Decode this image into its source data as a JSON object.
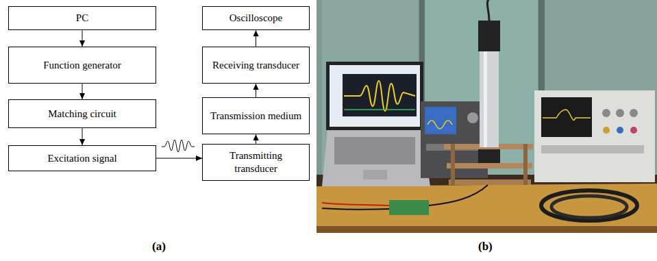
{
  "diagram": {
    "nodes": [
      {
        "text": [
          "PC"
        ]
      },
      {
        "text": [
          "Function generator"
        ]
      },
      {
        "text": [
          "Matching circuit"
        ]
      },
      {
        "text": [
          "Excitation signal"
        ]
      },
      {
        "text": [
          "Oscilloscope"
        ]
      },
      {
        "text": [
          "Receiving transducer"
        ]
      },
      {
        "text": [
          "Transmission medium"
        ]
      },
      {
        "text": [
          "Transmitting transducer"
        ]
      }
    ],
    "edges": [
      {
        "from": 0,
        "to": 1,
        "arrow": "to"
      },
      {
        "from": 1,
        "to": 2,
        "arrow": "to"
      },
      {
        "from": 2,
        "to": 3,
        "arrow": "to"
      },
      {
        "from": 3,
        "to": 7,
        "arrow": "to"
      },
      {
        "from": 7,
        "to": 6,
        "arrow": "to"
      },
      {
        "from": 6,
        "to": 5,
        "arrow": "to"
      },
      {
        "from": 5,
        "to": 4,
        "arrow": "to"
      }
    ],
    "labels": [
      "(a)",
      "(b)"
    ]
  }
}
